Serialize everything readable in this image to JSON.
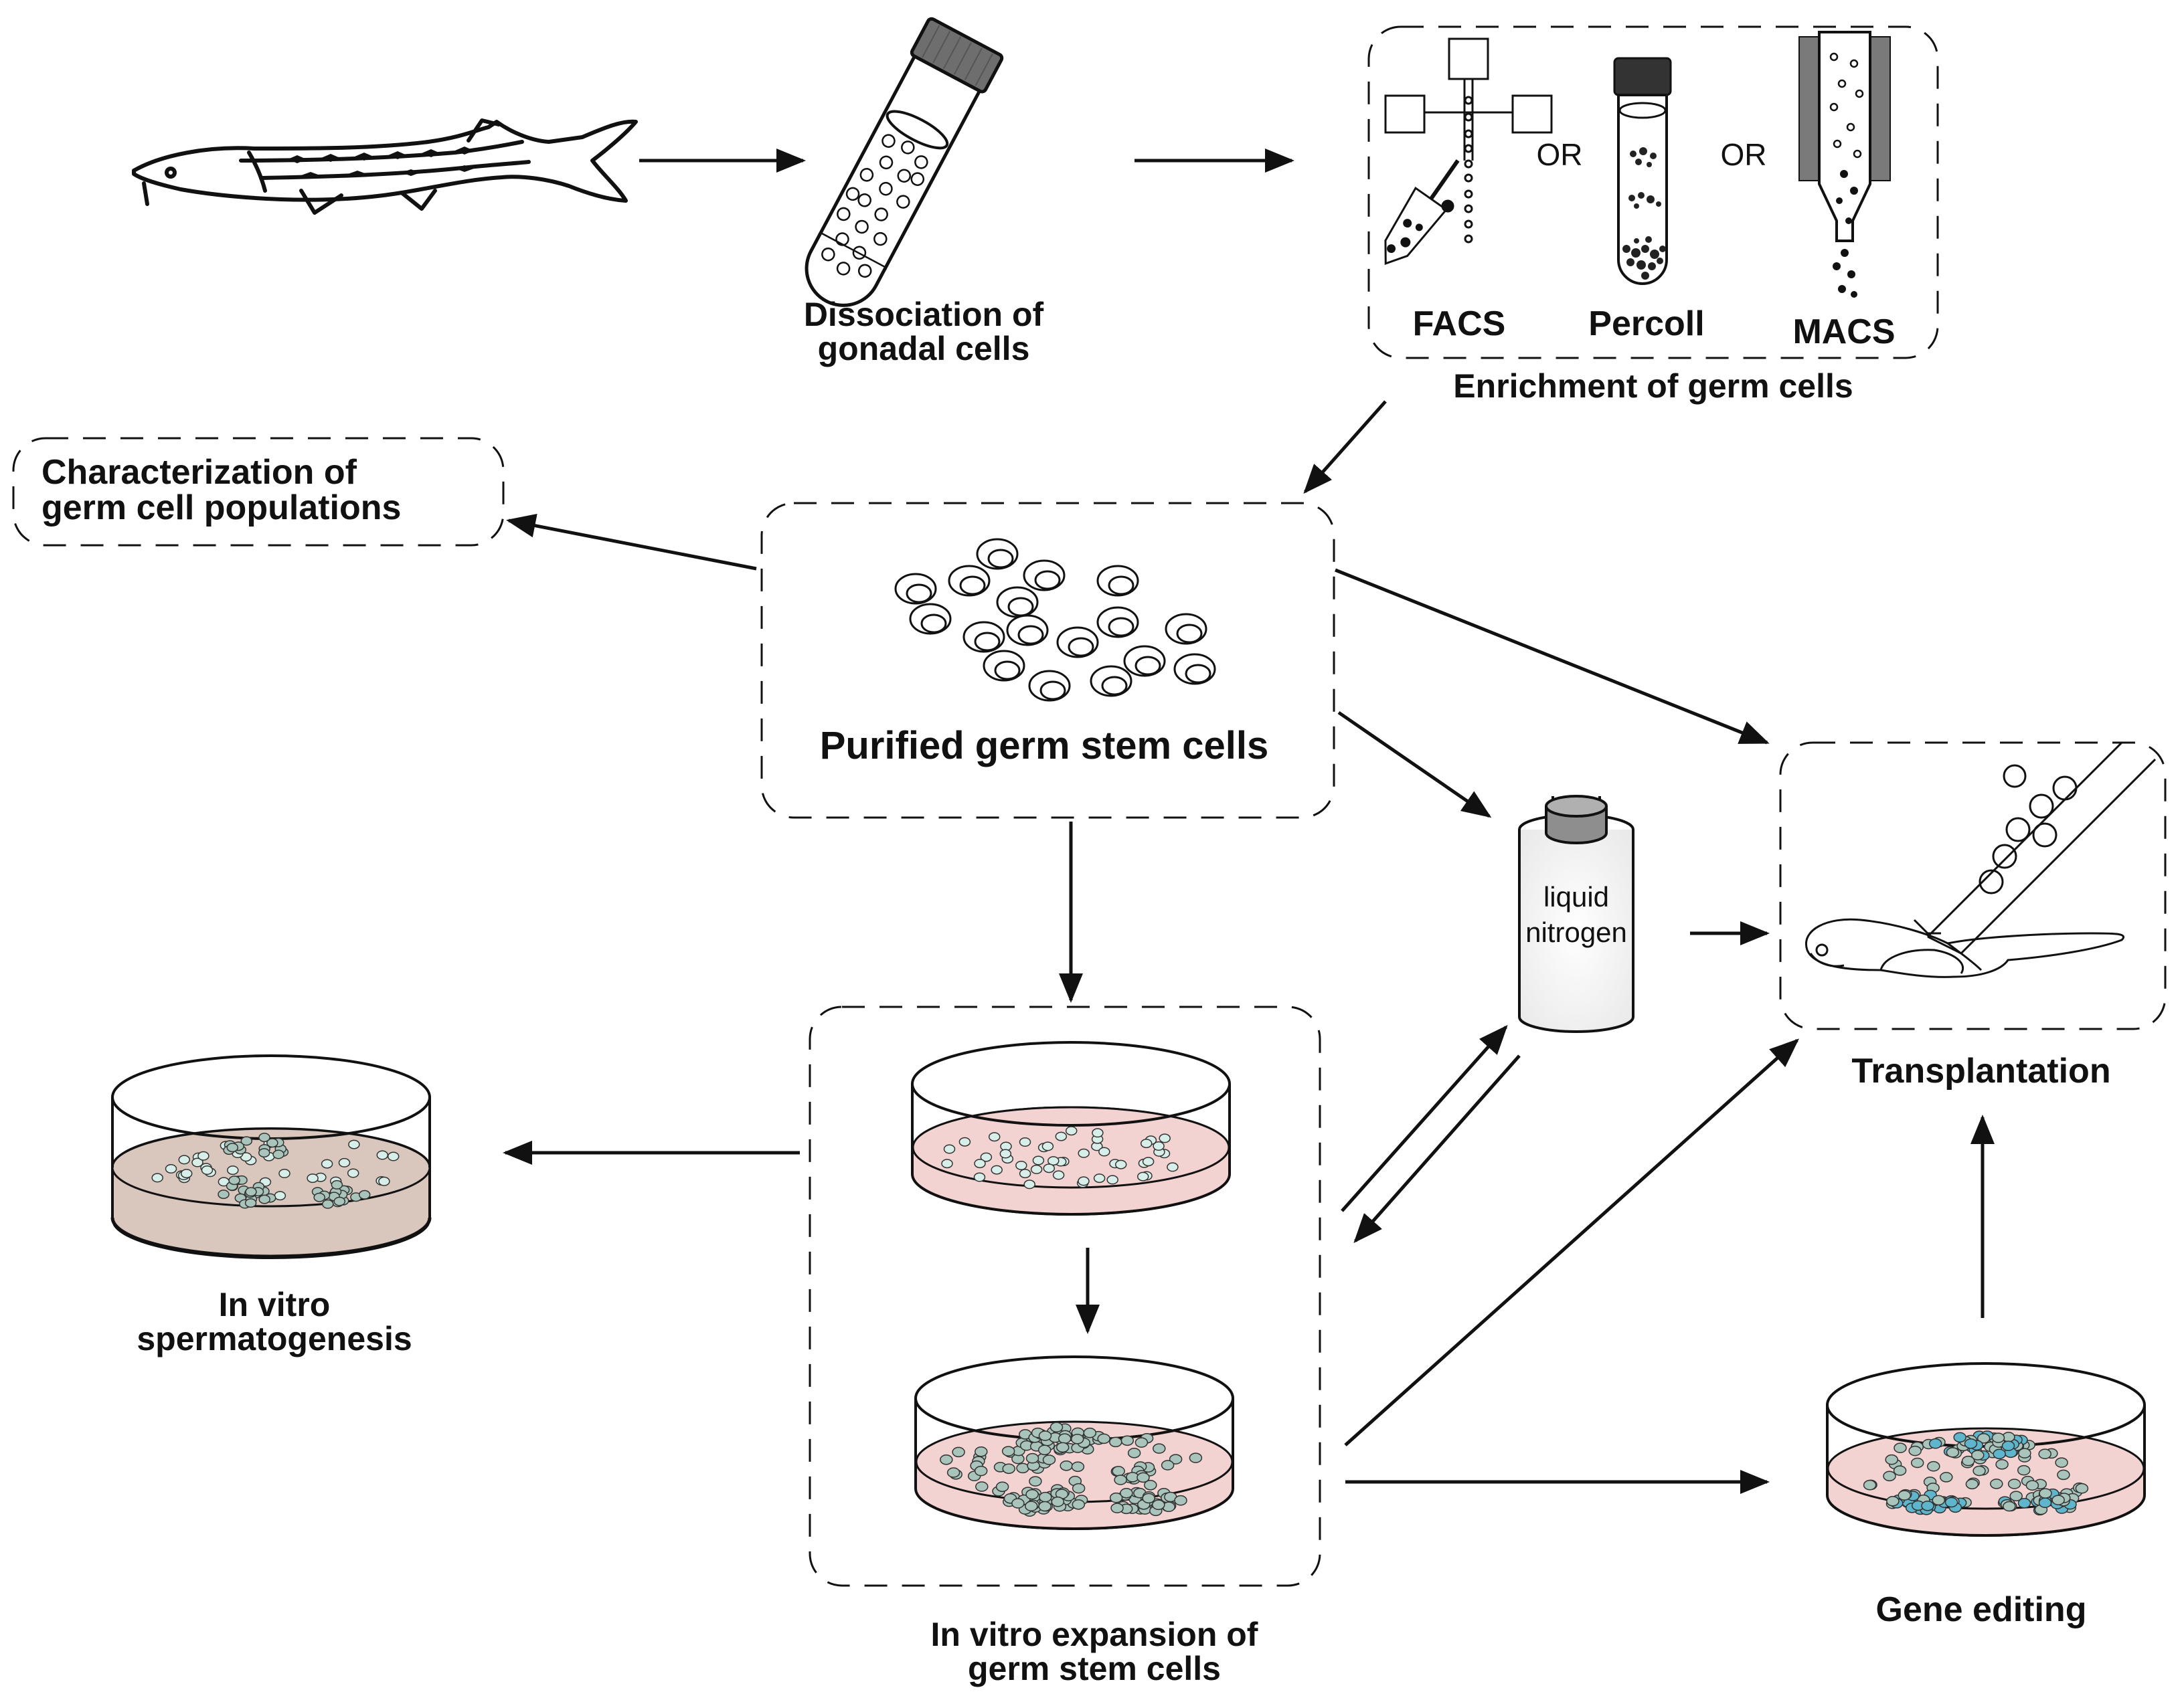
{
  "steps": {
    "dissociation": [
      "Dissociation of",
      "gonadal cells"
    ],
    "enrichment_title": "Enrichment of germ cells",
    "facs": "FACS",
    "percoll": "Percoll",
    "macs": "MACS",
    "or_label": "OR",
    "characterization": [
      "Characterization of",
      "germ cell populations"
    ],
    "purified": "Purified germ stem cells",
    "liquid_nitrogen": [
      "liquid",
      "nitrogen"
    ],
    "transplantation": "Transplantation",
    "in_vitro_spermatogenesis": [
      "In vitro",
      "spermatogenesis"
    ],
    "in_vitro_expansion": [
      "In vitro expansion of",
      "germ stem cells"
    ],
    "gene_editing": "Gene editing"
  },
  "colors": {
    "stroke": "#111111",
    "dish_pink": "#f2d3d1",
    "dish_beige": "#d9c6bc",
    "cell_green": "#a9c4bb",
    "cell_teal": "#5fb6cc",
    "cell_light": "#d8efe9",
    "cap_gray": "#9c9c9c",
    "column_gray": "#7a7a7a"
  },
  "icons": [
    "sturgeon-icon",
    "test-tube-icon",
    "facs-apparatus-icon",
    "percoll-tube-icon",
    "macs-column-icon",
    "germ-cells-icon",
    "liquid-nitrogen-tank-icon",
    "transplantation-embryo-icon",
    "culture-dish-icon"
  ]
}
